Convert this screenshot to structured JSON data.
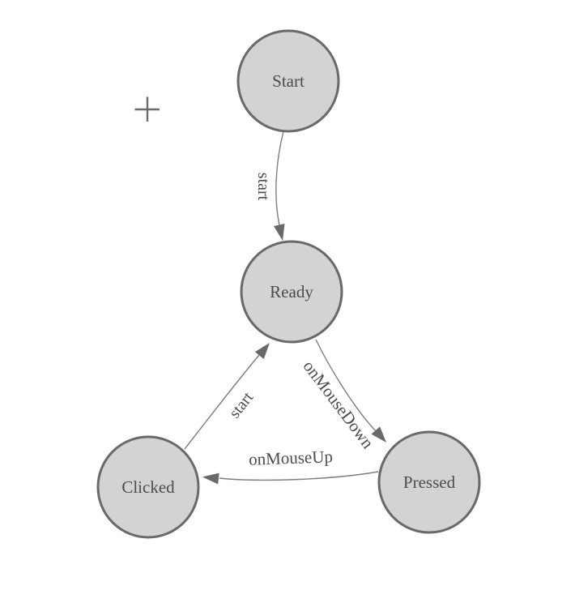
{
  "diagram": {
    "type": "state-machine",
    "background_color": "#ffffff",
    "colors": {
      "node_fill": "#d3d3d3",
      "node_stroke": "#696969",
      "edge_stroke": "#7e7e7e",
      "arrowhead_fill": "#696969",
      "label_text": "#4c4c4c",
      "crosshair": "#6b6b6b"
    },
    "icons": {
      "crosshair": "+"
    },
    "nodes": [
      {
        "id": "start",
        "label": "Start"
      },
      {
        "id": "ready",
        "label": "Ready"
      },
      {
        "id": "clicked",
        "label": "Clicked"
      },
      {
        "id": "pressed",
        "label": "Pressed"
      }
    ],
    "edges": [
      {
        "id": "start-to-ready",
        "from": "Start",
        "to": "Ready",
        "label": "start"
      },
      {
        "id": "clicked-to-ready",
        "from": "Clicked",
        "to": "Ready",
        "label": "start"
      },
      {
        "id": "ready-to-pressed",
        "from": "Ready",
        "to": "Pressed",
        "label": "onMouseDown"
      },
      {
        "id": "pressed-to-clicked",
        "from": "Pressed",
        "to": "Clicked",
        "label": "onMouseUp"
      }
    ]
  }
}
